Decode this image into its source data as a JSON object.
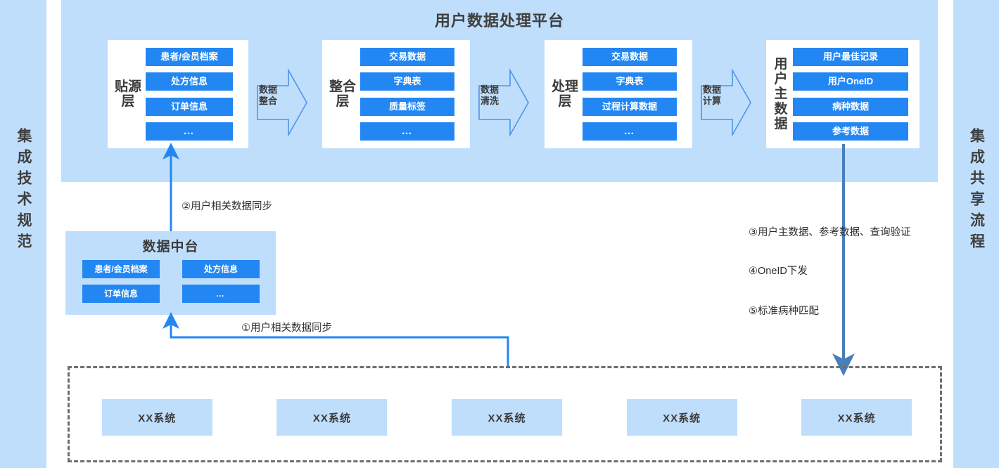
{
  "bands": {
    "left": {
      "label": "集成技术规范"
    },
    "right": {
      "label": "集成共享流程"
    }
  },
  "platform": {
    "title": "用户数据处理平台",
    "layers": [
      {
        "name": "贴源层",
        "items": [
          "患者/会员档案",
          "处方信息",
          "订单信息",
          "…"
        ]
      },
      {
        "name": "整合层",
        "items": [
          "交易数据",
          "字典表",
          "质量标签",
          "…"
        ]
      },
      {
        "name": "处理层",
        "items": [
          "交易数据",
          "字典表",
          "过程计算数据",
          "…"
        ]
      },
      {
        "name": "用户主数据",
        "items": [
          "用户最佳记录",
          "用户OneID",
          "病种数据",
          "参考数据"
        ]
      }
    ],
    "arrows": [
      {
        "label": "数据\n整合",
        "line1": "数据",
        "line2": "整合"
      },
      {
        "label": "数据\n清洗",
        "line1": "数据",
        "line2": "清洗"
      },
      {
        "label": "数据\n计算",
        "line1": "数据",
        "line2": "计算"
      }
    ]
  },
  "data_hub": {
    "title": "数据中台",
    "items": [
      "患者/会员档案",
      "处方信息",
      "订单信息",
      "…"
    ]
  },
  "connectors": {
    "sync_1": "①用户相关数据同步",
    "sync_2": "②用户相关数据同步",
    "query": "③用户主数据、参考数据、查询验证",
    "oneid": "④OneID下发",
    "match": "⑤标准病种匹配"
  },
  "source_systems": {
    "items": [
      "XX系统",
      "XX系统",
      "XX系统",
      "XX系统",
      "XX系统"
    ]
  },
  "colors": {
    "panel_blue": "#bfdefc",
    "bar_blue": "#2387f3",
    "connector_blue": "#2387f3",
    "right_arrow_blue": "#4a7ebb",
    "dashed_gray": "#6e6e6e",
    "text_dark": "#3b3b3b"
  }
}
